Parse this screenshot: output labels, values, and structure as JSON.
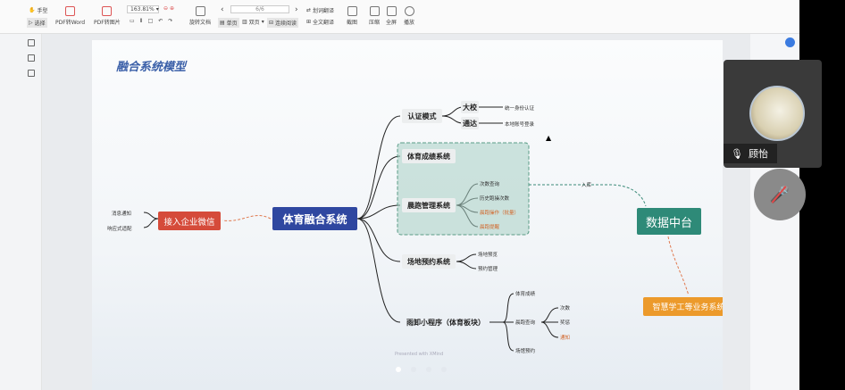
{
  "toolbar": {
    "hand": "手型",
    "select": "选择",
    "pdf_word": "PDF转Word",
    "pdf_img": "PDF转图片",
    "zoom": "163.81%",
    "rotate": "旋转文档",
    "page": "6/6",
    "single": "单页",
    "double": "双页",
    "continuous": "连续阅读",
    "translate_word": "划词翻译",
    "translate_full": "全文翻译",
    "screenshot": "截图",
    "compress": "压缩",
    "fullscreen": "全屏",
    "play": "播放"
  },
  "slide": {
    "title": "融合系统模型",
    "center": "体育融合系统",
    "wechat": {
      "label": "接入企业微信",
      "children": [
        "消息通知",
        "响应式适配"
      ]
    },
    "auth": {
      "label": "认证模式",
      "children": [
        {
          "label": "大校",
          "leaf": "统一身份认证"
        },
        {
          "label": "通达",
          "leaf": "本地账号登录"
        }
      ]
    },
    "score_sys": "体育成绩系统",
    "run_sys": {
      "label": "晨跑管理系统",
      "children": [
        "次数查询",
        "历史跑操次数",
        "晨跑操作（批量）",
        "晨跑提醒"
      ]
    },
    "venue_sys": {
      "label": "场地预约系统",
      "children": [
        "场地预览",
        "预约管理"
      ]
    },
    "mini": {
      "label": "雨卸小程序（体育板块）",
      "children": [
        "体育成绩",
        "晨跑查询",
        "场馆预约"
      ],
      "run_children": [
        "次数",
        "奖惩",
        "通知"
      ]
    },
    "arrow_label": "入库",
    "datacenter": "数据中台",
    "business": "智慧学工等业务系统",
    "footer": "Presented with XMind"
  },
  "video": {
    "name": "顾怡"
  },
  "colors": {
    "center": "#2f47a0",
    "wechat": "#d54b3a",
    "datacenter": "#2e8a78",
    "business": "#ec9a2b",
    "title": "#3a5fa8"
  }
}
